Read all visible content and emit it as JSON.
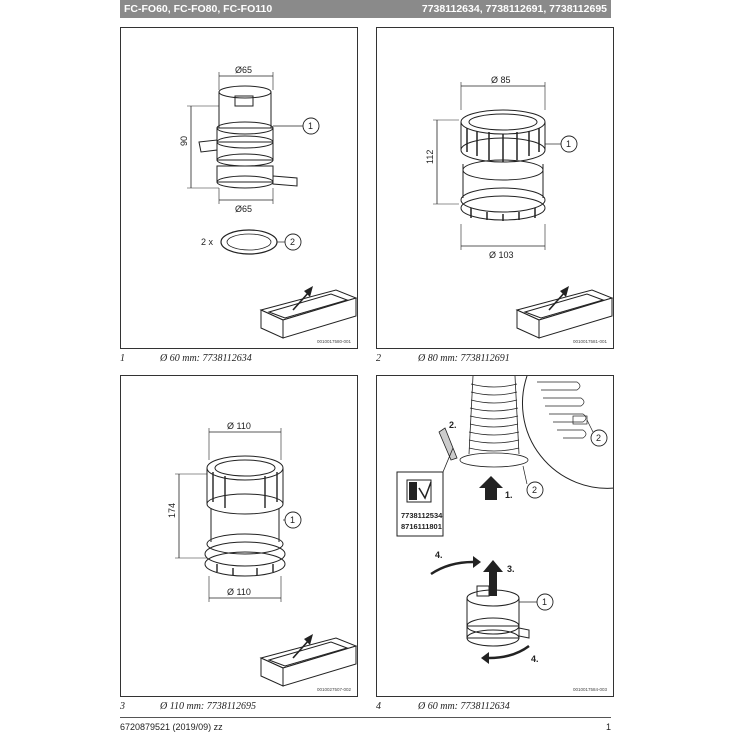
{
  "header": {
    "left": "FC-FO60, FC-FO80, FC-FO110",
    "right": "7738112634, 7738112691, 7738112695"
  },
  "panels": [
    {
      "caption_num": "1",
      "caption_text": "Ø 60 mm: 7738112634",
      "code": "0010017580-001",
      "dims": {
        "top": "Ø65",
        "height": "90",
        "bottom": "Ø65"
      },
      "callout": "1",
      "gasket_qty": "2 x",
      "gasket_callout": "2"
    },
    {
      "caption_num": "2",
      "caption_text": "Ø 80 mm: 7738112691",
      "code": "0010017581-001",
      "dims": {
        "top": "Ø 85",
        "height": "112",
        "bottom": "Ø 103"
      },
      "callout": "1"
    },
    {
      "caption_num": "3",
      "caption_text": "Ø 110 mm: 7738112695",
      "code": "0010027507-002",
      "dims": {
        "top": "Ø 110",
        "height": "174",
        "bottom": "Ø 110"
      },
      "callout": "1"
    },
    {
      "caption_num": "4",
      "caption_text": "Ø 60 mm: 7738112634",
      "code": "0010017584-003",
      "steps": {
        "s1": "1.",
        "s2": "2.",
        "s3": "3.",
        "s4a": "4.",
        "s4b": "4."
      },
      "callouts": [
        "2",
        "2",
        "1"
      ],
      "lubricant_codes": [
        "7738112534",
        "8716111801"
      ]
    }
  ],
  "footer": {
    "left": "6720879521 (2019/09) zz",
    "right": "1"
  }
}
